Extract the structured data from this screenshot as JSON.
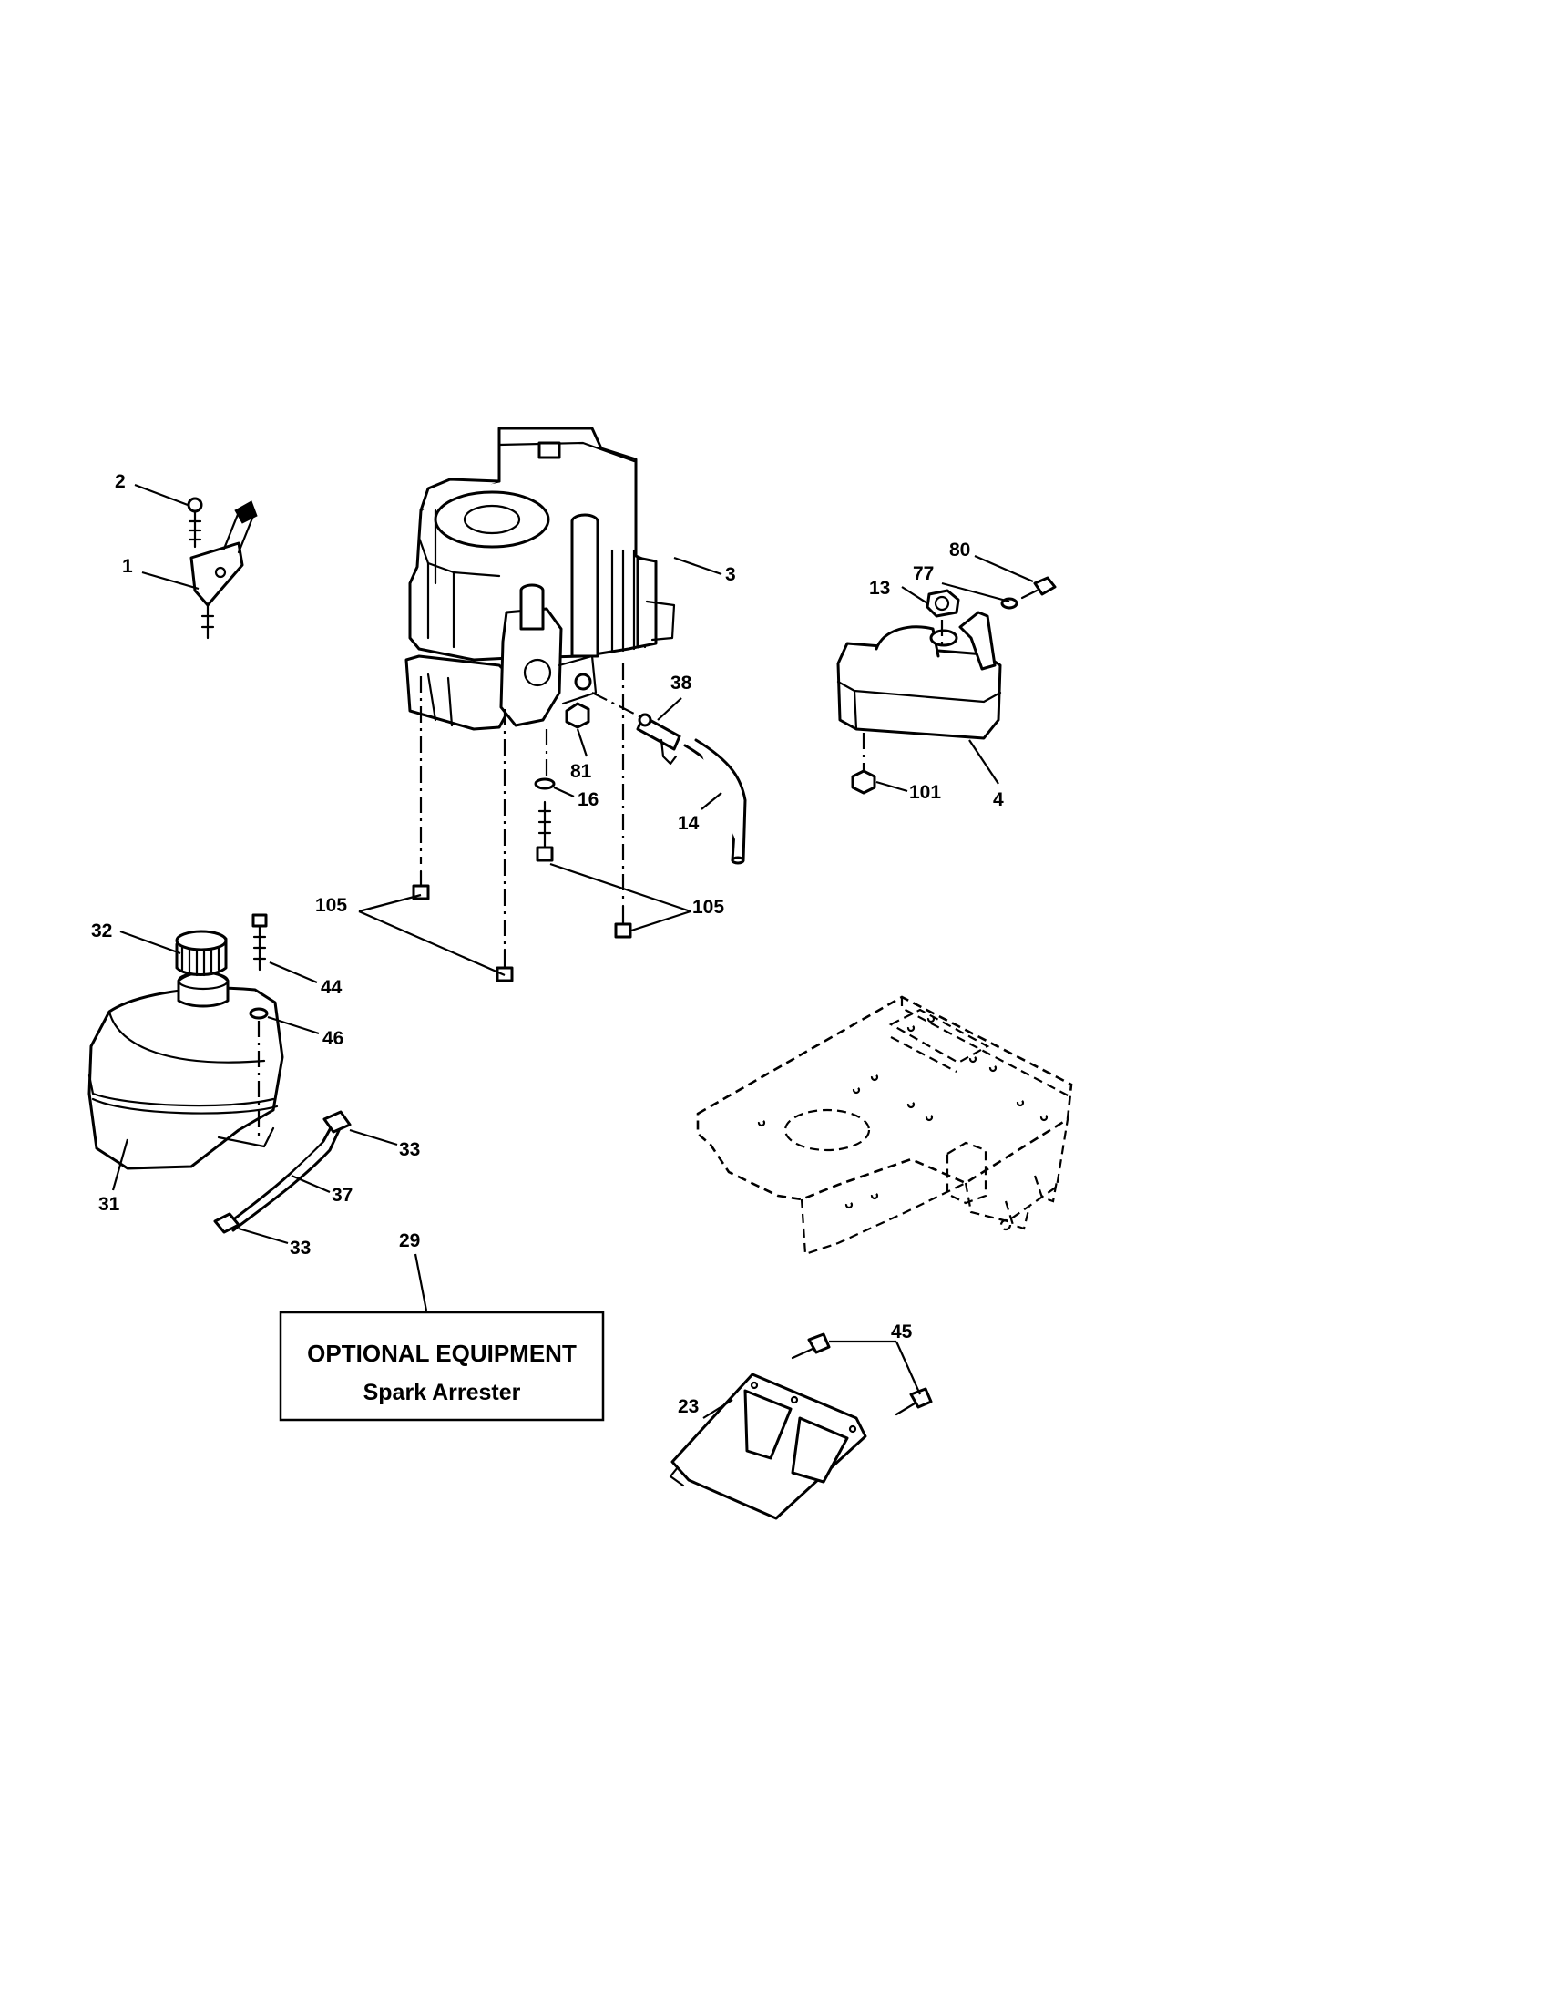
{
  "callouts": {
    "c1": "1",
    "c2": "2",
    "c3": "3",
    "c4": "4",
    "c13": "13",
    "c14": "14",
    "c16": "16",
    "c23": "23",
    "c29": "29",
    "c31": "31",
    "c32": "32",
    "c33a": "33",
    "c33b": "33",
    "c37": "37",
    "c38": "38",
    "c44": "44",
    "c45": "45",
    "c46": "46",
    "c77": "77",
    "c80": "80",
    "c81": "81",
    "c101": "101",
    "c105a": "105",
    "c105b": "105"
  },
  "optional_box": {
    "title": "OPTIONAL EQUIPMENT",
    "subtitle": "Spark Arrester"
  }
}
